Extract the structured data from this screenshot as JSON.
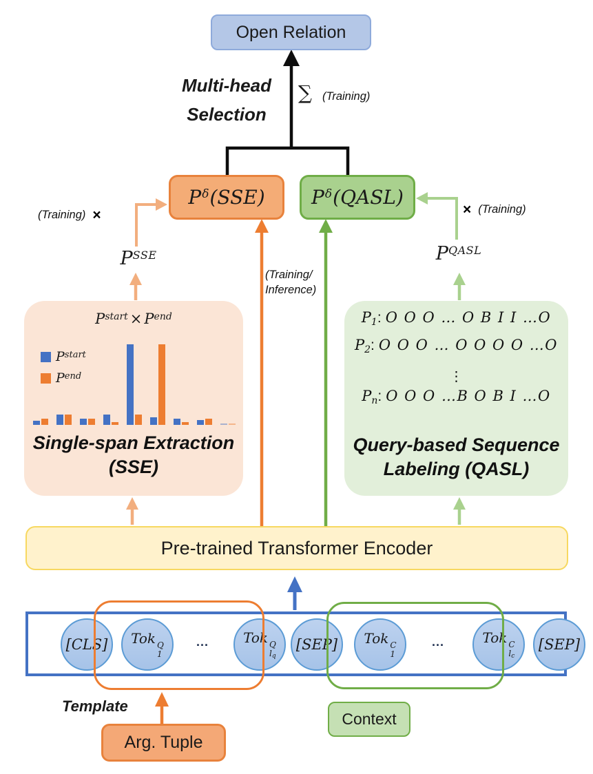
{
  "colors": {
    "blue": "#4472C4",
    "light_blue_fill": "#B4C7E7",
    "circle_border": "#5B9BD5",
    "orange": "#ED7D31",
    "light_orange_fill": "#F4AC76",
    "pale_orange_panel": "#FBE5D6",
    "light_orange_arrow": "#F2AE7E",
    "green": "#70AD47",
    "light_green_fill": "#A9D18E",
    "pale_green_panel": "#E2EFDA",
    "context_green_fill": "#C5E0B4",
    "yellow_fill": "#FFF2CC",
    "yellow_border": "#F7D860"
  },
  "top": {
    "open_relation": "Open Relation",
    "multihead_line1": "Multi-head",
    "multihead_line2": "Selection",
    "sum_symbol": "∑",
    "sum_note": "(Training)"
  },
  "left_branch": {
    "training_note": "(Training)",
    "times": "×",
    "p_label": {
      "base": "P",
      "sup": "SSE"
    },
    "prob_box": {
      "base": "P",
      "sup": "δ",
      "args": "(SSE)"
    }
  },
  "right_branch": {
    "training_note": "(Training)",
    "times": "×",
    "p_label": {
      "base": "P",
      "sup": "QASL"
    },
    "prob_box": {
      "base": "P",
      "sup": "δ",
      "args": "(QASL)"
    }
  },
  "center_note": {
    "line1": "(Training/",
    "line2": "Inference)"
  },
  "sse_panel": {
    "caption_line1": "Single-span Extraction",
    "caption_line2": "(SSE)"
  },
  "qasl_panel": {
    "rows": [
      {
        "base": "P",
        "sub": "1",
        "seq": "O O O … O B I I …O"
      },
      {
        "base": "P",
        "sub": "2",
        "seq": "O O O … O O O O …O"
      },
      {
        "vdots": "⋮"
      },
      {
        "base": "P",
        "sub": "n",
        "seq": "O O O …B O B I …O"
      }
    ],
    "caption_line1": "Query-based Sequence",
    "caption_line2": "Labeling (QASL)"
  },
  "encoder": {
    "label": "Pre-trained Transformer Encoder"
  },
  "tokens": [
    {
      "type": "special",
      "label": "[CLS]"
    },
    {
      "type": "tok",
      "base": "Tok",
      "sup": "Q",
      "sub": "1"
    },
    {
      "type": "dots",
      "label": "..."
    },
    {
      "type": "tok",
      "base": "Tok",
      "sup": "Q",
      "sub": "l",
      "subsub": "q"
    },
    {
      "type": "special",
      "label": "[SEP]"
    },
    {
      "type": "tok",
      "base": "Tok",
      "sup": "C",
      "sub": "1"
    },
    {
      "type": "dots",
      "label": "..."
    },
    {
      "type": "tok",
      "base": "Tok",
      "sup": "C",
      "sub": "l",
      "subsub": "c"
    },
    {
      "type": "special",
      "label": "[SEP]"
    }
  ],
  "bottom": {
    "template_label": "Template",
    "arg_tuple_label": "Arg. Tuple",
    "context_label": "Context"
  },
  "chart_data": {
    "type": "bar",
    "title": "P^start × P^end",
    "title_parts": {
      "left_base": "P",
      "left_sup": "start",
      "op": "×",
      "right_base": "P",
      "right_sup": "end"
    },
    "categories": [
      "1",
      "2",
      "3",
      "4",
      "5",
      "6",
      "7",
      "8",
      "9"
    ],
    "series": [
      {
        "name": "P^start",
        "name_parts": {
          "base": "P",
          "sup": "start"
        },
        "color": "#4472C4",
        "values": [
          0.05,
          0.13,
          0.08,
          0.13,
          1.0,
          0.09,
          0.08,
          0.06,
          0.02
        ]
      },
      {
        "name": "P^end",
        "name_parts": {
          "base": "P",
          "sup": "end"
        },
        "color": "#ED7D31",
        "values": [
          0.08,
          0.13,
          0.08,
          0.035,
          0.13,
          1.0,
          0.03,
          0.08,
          0.02
        ]
      }
    ],
    "ylim": [
      0,
      1
    ],
    "axes_shown": false,
    "legend_position": "upper-left",
    "faded_pair_indices": [
      8
    ]
  }
}
